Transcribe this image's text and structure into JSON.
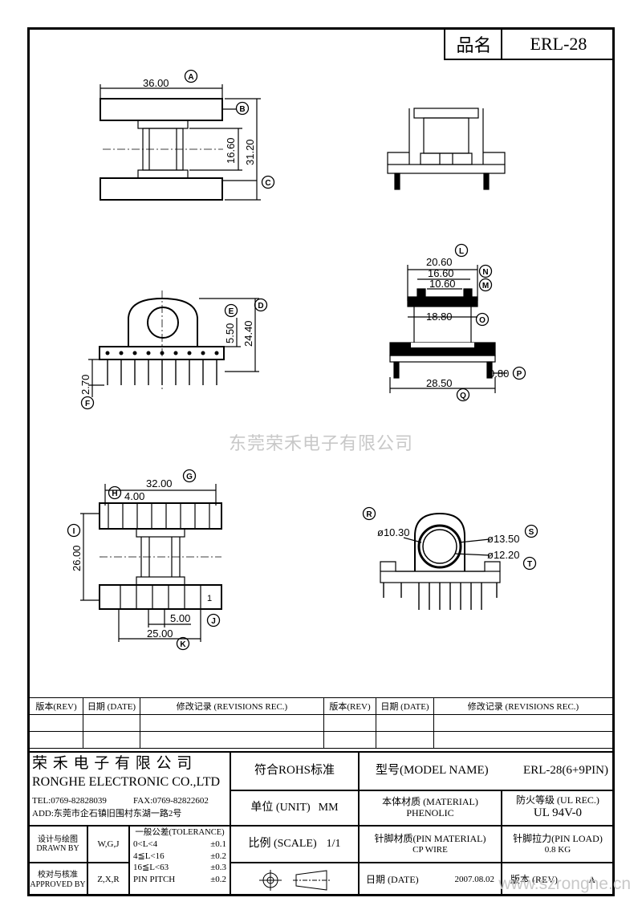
{
  "header": {
    "product_name_label": "品名",
    "product_name": "ERL-28"
  },
  "dimensions": {
    "A": "A",
    "B": "B",
    "C": "C",
    "D": "D",
    "E": "E",
    "F": "F",
    "G": "G",
    "H": "H",
    "I": "I",
    "J": "J",
    "K": "K",
    "L": "L",
    "M": "M",
    "N": "N",
    "O": "O",
    "P": "P",
    "Q": "Q",
    "R": "R",
    "S": "S",
    "T": "T",
    "d_36": "36.00",
    "d_16_60": "16.60",
    "d_31_20": "31.20",
    "d_20_60": "20.60",
    "d_16_60b": "16.60",
    "d_10_60": "10.60",
    "d_18_80": "18.80",
    "d_28_50": "28.50",
    "d_0_80": "0.80",
    "d_5_50": "5.50",
    "d_24_40": "24.40",
    "d_2_70": "2.70",
    "d_32": "32.00",
    "d_4": "4.00",
    "d_26": "26.00",
    "d_5": "5.00",
    "d_25": "25.00",
    "d_10_30": "ø10.30",
    "d_13_50": "ø13.50",
    "d_12_20": "ø12.20",
    "pin_one": "1"
  },
  "watermark": "东莞荣禾电子有限公司",
  "url": "www.szronghe.cn",
  "revisions": {
    "headers": [
      "版本(REV)",
      "日期 (DATE)",
      "修改记录 (REVISIONS REC.)",
      "版本(REV)",
      "日期 (DATE)",
      "修改记录 (REVISIONS REC.)"
    ]
  },
  "title_block": {
    "company_cn": "荣 禾 电 子 有 限 公 司",
    "company_en": "RONGHE ELECTRONIC CO.,LTD",
    "tel": "TEL:0769-82828039",
    "fax": "FAX:0769-82822602",
    "addr": "ADD:东莞市企石镇旧围村东湖一路2号",
    "rohs": "符合ROHS标准",
    "model_label": "型号(MODEL NAME)",
    "model_value": "ERL-28(6+9PIN)",
    "unit_label": "单位 (UNIT)",
    "unit_value": "MM",
    "material_label": "本体材质 (MATERIAL)",
    "material_value": "PHENOLIC",
    "fire_label": "防火等级 (UL REC.)",
    "fire_value": "UL 94V-0",
    "scale_label": "比例 (SCALE)",
    "scale_value": "1/1",
    "pin_mat_label": "针脚材质(PIN MATERIAL)",
    "pin_mat_value": "CP WIRE",
    "pin_load_label": "针脚拉力(PIN LOAD)",
    "pin_load_value": "0.8 KG",
    "drawn_label_cn": "设计与绘图",
    "drawn_label_en": "DRAWN BY",
    "drawn_value": "W,G,J",
    "approved_label_cn": "校对与核准",
    "approved_label_en": "APPROVED BY",
    "approved_value": "Z,X,R",
    "tol_title": "一般公差(TOLERANCE)",
    "tol_rows": [
      {
        "range": "0<L<4",
        "tol": "±0.1"
      },
      {
        "range": "4≦L<16",
        "tol": "±0.2"
      },
      {
        "range": "16≦L<63",
        "tol": "±0.3"
      },
      {
        "range": "PIN PITCH",
        "tol": "±0.2"
      }
    ],
    "date_label": "日期 (DATE)",
    "date_value": "2007.08.02",
    "rev_label": "版本 (REV)",
    "rev_value": "A"
  }
}
